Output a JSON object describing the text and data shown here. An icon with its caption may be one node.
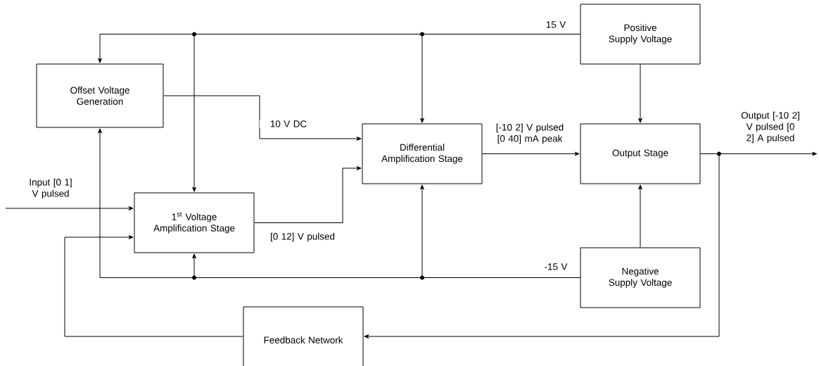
{
  "diagram": {
    "nodes": [
      {
        "text": [
          "Offset Voltage Generation"
        ]
      },
      {
        "text": [
          "1$^{st}$ Voltage Amplification Stage"
        ]
      },
      {
        "text": [
          "Differential Amplification Stage"
        ]
      },
      {
        "text": [
          "Positive Supply Voltage"
        ]
      },
      {
        "text": [
          "Output Stage"
        ]
      },
      {
        "text": [
          "Negative Supply Voltage"
        ]
      },
      {
        "text": [
          "Feedback Network"
        ]
      }
    ],
    "edges": [
      {
        "from": null,
        "to": 1,
        "arrow": "to",
        "label": "Input [0 1] V pulsed"
      },
      {
        "from": 0,
        "to": 2,
        "arrow": "to",
        "label": "10 V DC"
      },
      {
        "from": 1,
        "to": 2,
        "arrow": "to",
        "label": "[0 12] V pulsed"
      },
      {
        "from": 2,
        "to": 4,
        "arrow": "to",
        "label": "[-10 2] V pulsed [0 40] mA peak"
      },
      {
        "from": 4,
        "to": null,
        "arrow": "to",
        "label": "Output [-10 2] V pulsed [0 2] A pulsed"
      },
      {
        "from": 3,
        "to": 4,
        "arrow": "to"
      },
      {
        "from": 5,
        "to": 4,
        "arrow": "to"
      },
      {
        "from": 3,
        "to": 0,
        "arrow": "to"
      },
      {
        "from": 3,
        "to": 1,
        "arrow": "to"
      },
      {
        "from": 3,
        "to": 2,
        "arrow": "to",
        "label": "15 V"
      },
      {
        "from": 5,
        "to": 0,
        "arrow": "to"
      },
      {
        "from": 5,
        "to": 1,
        "arrow": "to"
      },
      {
        "from": 5,
        "to": 2,
        "arrow": "to",
        "label": "-15 V"
      },
      {
        "from": 4,
        "to": 6,
        "arrow": "to"
      },
      {
        "from": 6,
        "to": 1,
        "arrow": "to"
      }
    ]
  }
}
